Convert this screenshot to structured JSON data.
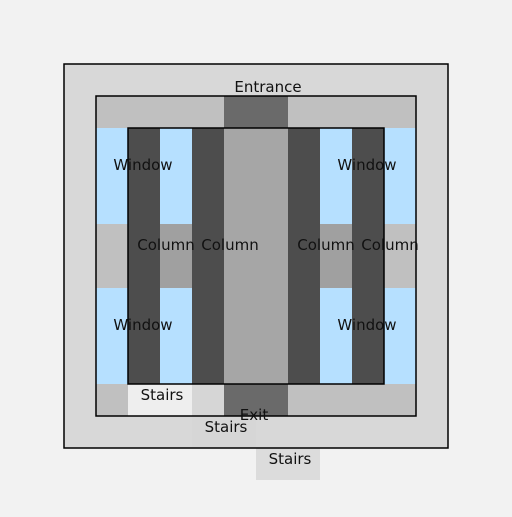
{
  "colors": {
    "background": "#f2f2f2",
    "outer_floor": "#d8d8d8",
    "inner_floor": "#c0c0c0",
    "column_dark": "#4d4d4d",
    "column_mid": "#a6a6a6",
    "column_pale": "#a0a0a0",
    "door": "#6a6a6a",
    "window": "#b6e0ff",
    "stairs_light": "#eeeeee",
    "stairs_grey": "#d6d6d6",
    "stairs_outside": "#dcdcdc",
    "outline": "#000000"
  },
  "labels": {
    "entrance": "Entrance",
    "exit": "Exit",
    "window_top_left": "Window",
    "window_top_right": "Window",
    "window_bottom_left": "Window",
    "window_bottom_right": "Window",
    "column_1": "Column",
    "column_2": "Column",
    "column_3": "Column",
    "column_4": "Column",
    "stairs_1": "Stairs",
    "stairs_2": "Stairs",
    "stairs_3": "Stairs"
  }
}
